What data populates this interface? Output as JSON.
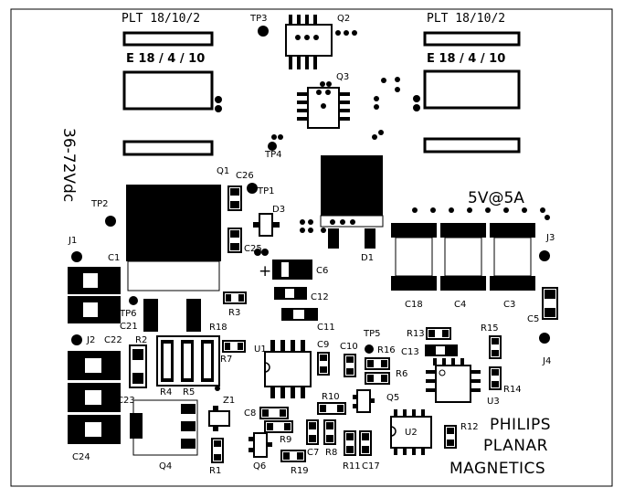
{
  "board": {
    "core_labels_left": {
      "plt": "PLT 18/10/2",
      "e": "E 18 / 4 / 10"
    },
    "core_labels_right": {
      "plt": "PLT 18/10/2",
      "e": "E 18 / 4 / 10"
    },
    "input_label": "36-72Vdc",
    "output_label": "5V@5A",
    "brand": {
      "line1": "PHILIPS",
      "line2": "PLANAR",
      "line3": "MAGNETICS"
    },
    "designators": {
      "tp3": "TP3",
      "q2": "Q2",
      "q3": "Q3",
      "tp4": "TP4",
      "q1": "Q1",
      "c26": "C26",
      "tp1": "TP1",
      "d3": "D3",
      "tp2": "TP2",
      "j1": "J1",
      "c1": "C1",
      "c25": "C25",
      "d1": "D1",
      "j3": "J3",
      "c6": "C6",
      "c12": "C12",
      "r3": "R3",
      "tp6": "TP6",
      "c21": "C21",
      "c22": "C22",
      "j2": "J2",
      "r2": "R2",
      "r18": "R18",
      "c11": "C11",
      "c18": "C18",
      "c4": "C4",
      "c3": "C3",
      "c5": "C5",
      "tp5": "TP5",
      "r13": "R13",
      "r15": "R15",
      "u1": "U1",
      "c9": "C9",
      "c10": "C10",
      "r16": "R16",
      "c13": "C13",
      "r7": "R7",
      "r6": "R6",
      "j4": "J4",
      "r14": "R14",
      "u3": "U3",
      "c23": "C23",
      "r4": "R4",
      "r5": "R5",
      "z1": "Z1",
      "r10": "R10",
      "q5": "Q5",
      "c8": "C8",
      "r9": "R9",
      "u2": "U2",
      "r12": "R12",
      "c24": "C24",
      "q4": "Q4",
      "r1": "R1",
      "q6": "Q6",
      "r19": "R19",
      "c7": "C7",
      "r8": "R8",
      "r11": "R11",
      "c17": "C17"
    }
  }
}
